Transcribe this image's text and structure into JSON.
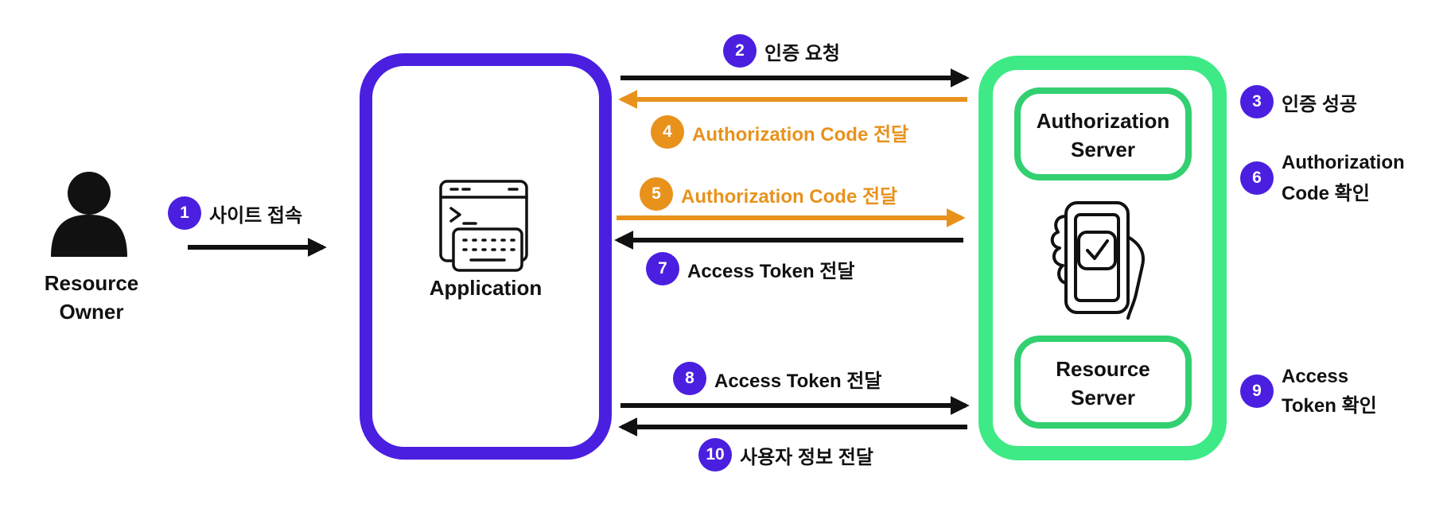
{
  "actors": {
    "resource_owner": "Resource\nOwner",
    "application": "Application",
    "authorization_server": "Authorization\nServer",
    "resource_server": "Resource\nServer"
  },
  "steps": [
    {
      "num": "1",
      "text": "사이트 접속"
    },
    {
      "num": "2",
      "text": "인증 요청"
    },
    {
      "num": "3",
      "text": "인증 성공"
    },
    {
      "num": "4",
      "text": "Authorization Code 전달"
    },
    {
      "num": "5",
      "text": "Authorization Code 전달"
    },
    {
      "num": "6",
      "text": "Authorization\nCode 확인"
    },
    {
      "num": "7",
      "text": "Access Token 전달"
    },
    {
      "num": "8",
      "text": "Access Token 전달"
    },
    {
      "num": "9",
      "text": "Access\nToken 확인"
    },
    {
      "num": "10",
      "text": "사용자 정보 전달"
    }
  ],
  "colors": {
    "purple": "#4A1FE0",
    "green": "#3EEA86",
    "green_dark": "#32D070",
    "orange": "#E8921C",
    "black": "#111111"
  },
  "icons": [
    "person-icon",
    "terminal-keyboard-icon",
    "phone-check-icon"
  ]
}
